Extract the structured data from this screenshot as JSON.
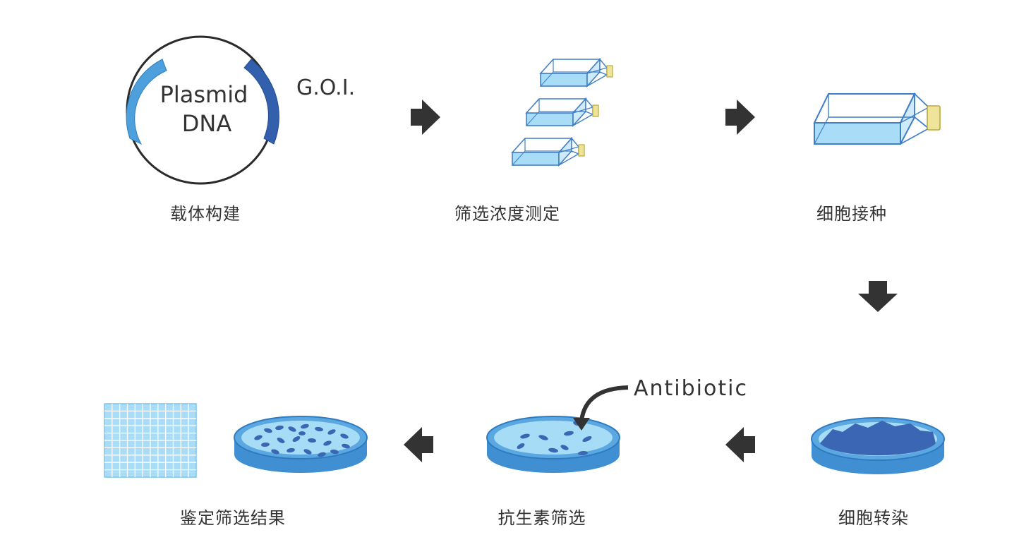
{
  "plasmid": {
    "line1": "Plasmid",
    "line2": "DNA",
    "goi": "G.O.I."
  },
  "antibiotic": "Antibiotic",
  "steps": [
    {
      "label": "载体构建"
    },
    {
      "label": "筛选浓度测定"
    },
    {
      "label": "细胞接种"
    },
    {
      "label": "细胞转染"
    },
    {
      "label": "抗生素筛选"
    },
    {
      "label": "鉴定筛选结果"
    }
  ],
  "colors": {
    "arrow": "#333333",
    "dish_rim": "#3f8fd2",
    "dish_fill": "#a7dcf6",
    "cell": "#3b66b3",
    "flask_fill": "#a9dcf7",
    "flask_line": "#3f7fc9",
    "cap": "#efe59a",
    "plasmid_light": "#4da0dc",
    "plasmid_dark": "#3260ad",
    "grid": "#a8dcf7"
  }
}
